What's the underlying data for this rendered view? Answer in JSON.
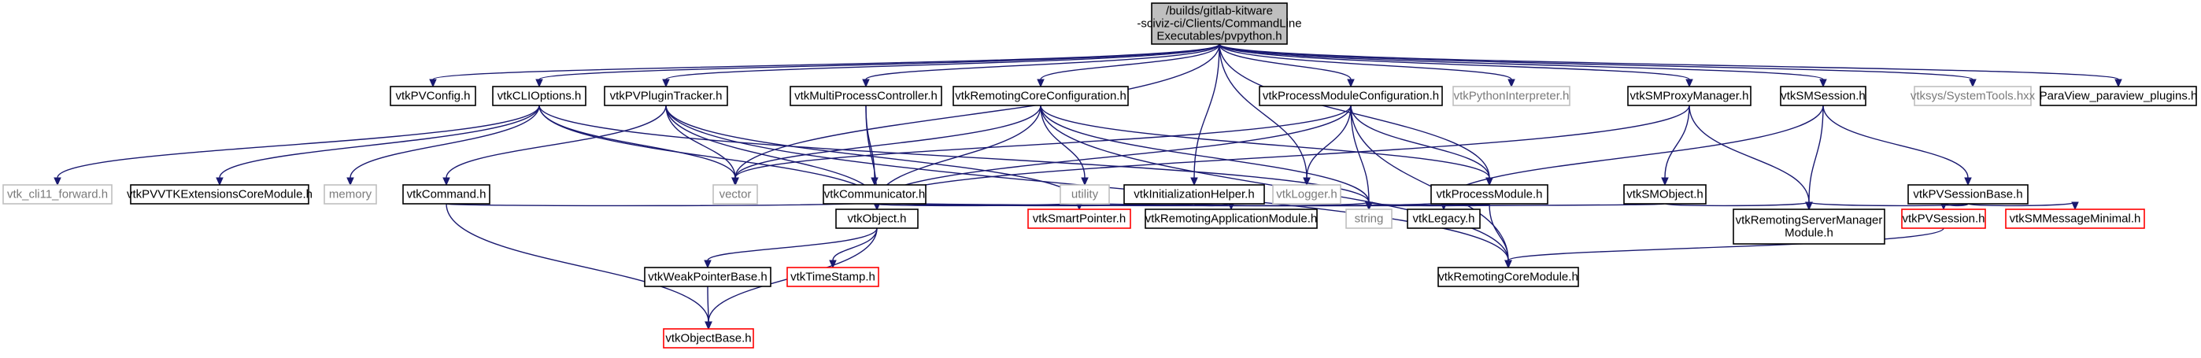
{
  "graph": {
    "kind": "include-dependency-graph",
    "colors": {
      "root_fill": "#bfbfbf",
      "normal_border": "#000000",
      "truncated_border": "#ff0000",
      "system_border": "#bfbfbf",
      "system_text": "#7a7a7a",
      "edge": "#191970"
    },
    "nodes": [
      {
        "id": "root",
        "lines": [
          "/builds/gitlab-kitware",
          "-sciviz-ci/Clients/CommandLine",
          "Executables/pvpython.h"
        ],
        "style": "root"
      },
      {
        "id": "n_pvconfig",
        "lines": [
          "vtkPVConfig.h"
        ],
        "style": "normal"
      },
      {
        "id": "n_clioptions",
        "lines": [
          "vtkCLIOptions.h"
        ],
        "style": "normal"
      },
      {
        "id": "n_plugintracker",
        "lines": [
          "vtkPVPluginTracker.h"
        ],
        "style": "normal"
      },
      {
        "id": "n_mpc",
        "lines": [
          "vtkMultiProcessController.h"
        ],
        "style": "normal"
      },
      {
        "id": "n_rcc",
        "lines": [
          "vtkRemotingCoreConfiguration.h"
        ],
        "style": "normal"
      },
      {
        "id": "n_pmc",
        "lines": [
          "vtkProcessModuleConfiguration.h"
        ],
        "style": "normal"
      },
      {
        "id": "n_pyinterp",
        "lines": [
          "vtkPythonInterpreter.h"
        ],
        "style": "system"
      },
      {
        "id": "n_proxymgr",
        "lines": [
          "vtkSMProxyManager.h"
        ],
        "style": "normal"
      },
      {
        "id": "n_smsession",
        "lines": [
          "vtkSMSession.h"
        ],
        "style": "normal"
      },
      {
        "id": "n_systools",
        "lines": [
          "vtksys/SystemTools.hxx"
        ],
        "style": "system"
      },
      {
        "id": "n_plugins",
        "lines": [
          "ParaView_paraview_plugins.h"
        ],
        "style": "normal"
      },
      {
        "id": "n_cli11",
        "lines": [
          "vtk_cli11_forward.h"
        ],
        "style": "system"
      },
      {
        "id": "n_vtkext",
        "lines": [
          "vtkPVVTKExtensionsCoreModule.h"
        ],
        "style": "normal"
      },
      {
        "id": "n_memory",
        "lines": [
          "memory"
        ],
        "style": "system"
      },
      {
        "id": "n_command",
        "lines": [
          "vtkCommand.h"
        ],
        "style": "normal"
      },
      {
        "id": "n_vector",
        "lines": [
          "vector"
        ],
        "style": "system"
      },
      {
        "id": "n_communicator",
        "lines": [
          "vtkCommunicator.h"
        ],
        "style": "normal"
      },
      {
        "id": "n_utility",
        "lines": [
          "utility"
        ],
        "style": "system"
      },
      {
        "id": "n_inithelper",
        "lines": [
          "vtkInitializationHelper.h"
        ],
        "style": "normal"
      },
      {
        "id": "n_logger",
        "lines": [
          "vtkLogger.h"
        ],
        "style": "system"
      },
      {
        "id": "n_procmodule",
        "lines": [
          "vtkProcessModule.h"
        ],
        "style": "normal"
      },
      {
        "id": "n_smobject",
        "lines": [
          "vtkSMObject.h"
        ],
        "style": "normal"
      },
      {
        "id": "n_sessionbase",
        "lines": [
          "vtkPVSessionBase.h"
        ],
        "style": "normal"
      },
      {
        "id": "n_object",
        "lines": [
          "vtkObject.h"
        ],
        "style": "normal"
      },
      {
        "id": "n_smartptr",
        "lines": [
          "vtkSmartPointer.h"
        ],
        "style": "truncated"
      },
      {
        "id": "n_remappmod",
        "lines": [
          "vtkRemotingApplicationModule.h"
        ],
        "style": "normal"
      },
      {
        "id": "n_string",
        "lines": [
          "string"
        ],
        "style": "system"
      },
      {
        "id": "n_legacy",
        "lines": [
          "vtkLegacy.h"
        ],
        "style": "normal"
      },
      {
        "id": "n_rsmm",
        "lines": [
          "vtkRemotingServerManager",
          "Module.h"
        ],
        "style": "normal"
      },
      {
        "id": "n_pvsession",
        "lines": [
          "vtkPVSession.h"
        ],
        "style": "truncated"
      },
      {
        "id": "n_smmsgmin",
        "lines": [
          "vtkSMMessageMinimal.h"
        ],
        "style": "truncated"
      },
      {
        "id": "n_weakptr",
        "lines": [
          "vtkWeakPointerBase.h"
        ],
        "style": "normal"
      },
      {
        "id": "n_timestamp",
        "lines": [
          "vtkTimeStamp.h"
        ],
        "style": "truncated"
      },
      {
        "id": "n_rcm",
        "lines": [
          "vtkRemotingCoreModule.h"
        ],
        "style": "normal"
      },
      {
        "id": "n_objectbase",
        "lines": [
          "vtkObjectBase.h"
        ],
        "style": "truncated"
      }
    ],
    "edges": [
      [
        "root",
        "n_pvconfig"
      ],
      [
        "root",
        "n_clioptions"
      ],
      [
        "root",
        "n_plugintracker"
      ],
      [
        "root",
        "n_mpc"
      ],
      [
        "root",
        "n_rcc"
      ],
      [
        "root",
        "n_pmc"
      ],
      [
        "root",
        "n_pyinterp"
      ],
      [
        "root",
        "n_proxymgr"
      ],
      [
        "root",
        "n_smsession"
      ],
      [
        "root",
        "n_systools"
      ],
      [
        "root",
        "n_plugins"
      ],
      [
        "root",
        "n_vector"
      ],
      [
        "root",
        "n_inithelper"
      ],
      [
        "root",
        "n_logger"
      ],
      [
        "root",
        "n_procmodule"
      ],
      [
        "n_clioptions",
        "n_cli11"
      ],
      [
        "n_clioptions",
        "n_vtkext"
      ],
      [
        "n_clioptions",
        "n_memory"
      ],
      [
        "n_clioptions",
        "n_vector"
      ],
      [
        "n_clioptions",
        "n_object"
      ],
      [
        "n_clioptions",
        "n_string"
      ],
      [
        "n_plugintracker",
        "n_command"
      ],
      [
        "n_plugintracker",
        "n_vector"
      ],
      [
        "n_plugintracker",
        "n_object"
      ],
      [
        "n_plugintracker",
        "n_smartptr"
      ],
      [
        "n_plugintracker",
        "n_rcm"
      ],
      [
        "n_mpc",
        "n_communicator"
      ],
      [
        "n_mpc",
        "n_object"
      ],
      [
        "n_rcc",
        "n_vector"
      ],
      [
        "n_rcc",
        "n_utility"
      ],
      [
        "n_rcc",
        "n_object"
      ],
      [
        "n_rcc",
        "n_string"
      ],
      [
        "n_rcc",
        "n_rcm"
      ],
      [
        "n_rcc",
        "n_procmodule"
      ],
      [
        "n_pmc",
        "n_vector"
      ],
      [
        "n_pmc",
        "n_logger"
      ],
      [
        "n_pmc",
        "n_procmodule"
      ],
      [
        "n_pmc",
        "n_object"
      ],
      [
        "n_pmc",
        "n_string"
      ],
      [
        "n_pmc",
        "n_rcm"
      ],
      [
        "n_proxymgr",
        "n_smobject"
      ],
      [
        "n_proxymgr",
        "n_rsmm"
      ],
      [
        "n_proxymgr",
        "n_object"
      ],
      [
        "n_smsession",
        "n_sessionbase"
      ],
      [
        "n_smsession",
        "n_rsmm"
      ],
      [
        "n_smsession",
        "n_legacy"
      ],
      [
        "n_command",
        "n_object"
      ],
      [
        "n_command",
        "n_objectbase"
      ],
      [
        "n_communicator",
        "n_object"
      ],
      [
        "n_communicator",
        "n_smartptr"
      ],
      [
        "n_inithelper",
        "n_object"
      ],
      [
        "n_inithelper",
        "n_remappmod"
      ],
      [
        "n_inithelper",
        "n_string"
      ],
      [
        "n_inithelper",
        "n_legacy"
      ],
      [
        "n_procmodule",
        "n_object"
      ],
      [
        "n_procmodule",
        "n_smartptr"
      ],
      [
        "n_procmodule",
        "n_string"
      ],
      [
        "n_procmodule",
        "n_legacy"
      ],
      [
        "n_procmodule",
        "n_rcm"
      ],
      [
        "n_smobject",
        "n_object"
      ],
      [
        "n_smobject",
        "n_rsmm"
      ],
      [
        "n_sessionbase",
        "n_rsmm"
      ],
      [
        "n_sessionbase",
        "n_pvsession"
      ],
      [
        "n_sessionbase",
        "n_smmsgmin"
      ],
      [
        "n_object",
        "n_weakptr"
      ],
      [
        "n_object",
        "n_timestamp"
      ],
      [
        "n_object",
        "n_objectbase"
      ],
      [
        "n_weakptr",
        "n_objectbase"
      ],
      [
        "n_pvsession",
        "n_rcm"
      ]
    ]
  }
}
